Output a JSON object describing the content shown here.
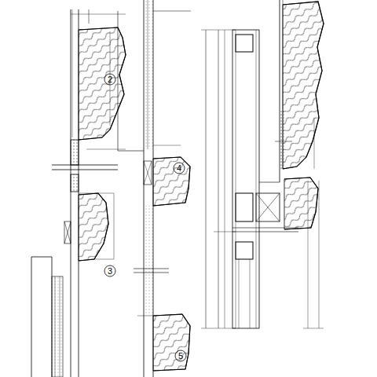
{
  "diagram": {
    "labels": [
      "2",
      "3",
      "4",
      "5"
    ]
  }
}
